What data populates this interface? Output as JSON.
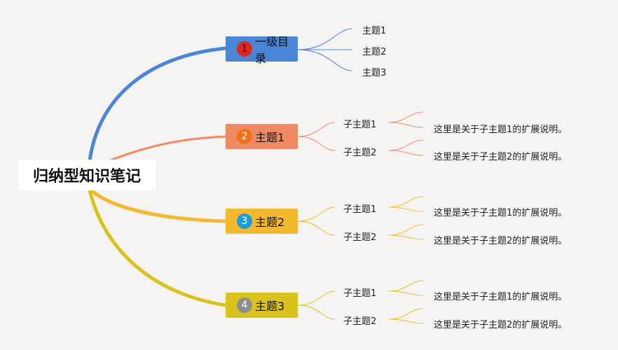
{
  "root": {
    "title": "归纳型知识笔记"
  },
  "branches": [
    {
      "number": "1",
      "label": "一级目录",
      "color": "#4a85d6",
      "badge_color": "#e0261c",
      "badge_text_color": "#111111",
      "children": [
        "主题1",
        "主题2",
        "主题3"
      ]
    },
    {
      "number": "2",
      "label": "主题1",
      "color": "#f08a63",
      "badge_color": "#f0701c",
      "badge_text_color": "#ffffff",
      "children": [
        "子主题1",
        "子主题2"
      ],
      "notes": [
        "这里是关于子主题1的扩展说明。",
        "这里是关于子主题2的扩展说明。"
      ]
    },
    {
      "number": "3",
      "label": "主题2",
      "color": "#f3b82d",
      "badge_color": "#1f9bd8",
      "badge_text_color": "#ffffff",
      "children": [
        "子主题1",
        "子主题2"
      ],
      "notes": [
        "这里是关于子主题1的扩展说明。",
        "这里是关于子主题2的扩展说明。"
      ]
    },
    {
      "number": "4",
      "label": "主题3",
      "color": "#d9c21c",
      "badge_color": "#8e8e8e",
      "badge_text_color": "#ffffff",
      "children": [
        "子主题1",
        "子主题2"
      ],
      "notes": [
        "这里是关于子主题1的扩展说明。",
        "这里是关于子主题2的扩展说明。"
      ]
    }
  ]
}
